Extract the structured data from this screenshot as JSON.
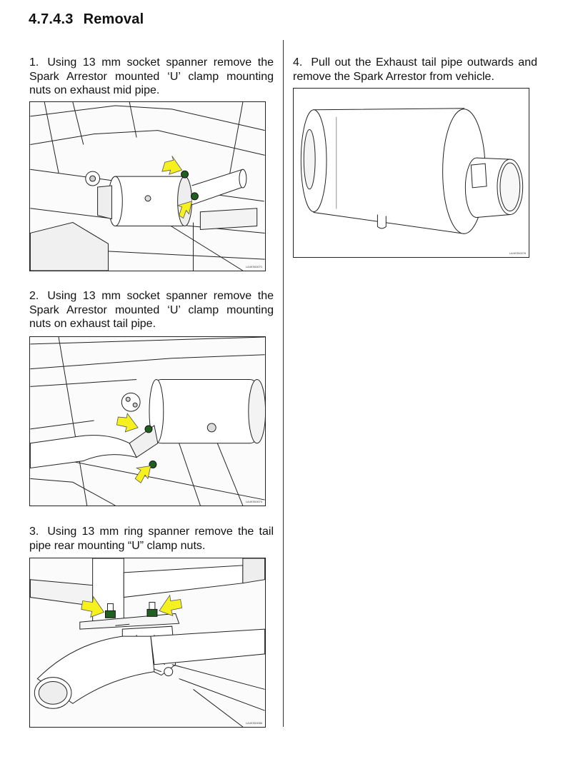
{
  "section": {
    "number": "4.7.4.3",
    "title": "Removal"
  },
  "steps": [
    {
      "num": "1.",
      "text": "Using 13 mm socket spanner remove the Spark Arrestor mounted ‘U’ clamp mounting nuts on exhaust mid pipe.",
      "figure_code": "LA4KS00071"
    },
    {
      "num": "2.",
      "text": "Using 13 mm socket spanner remove the Spark Arrestor mounted ‘U’ clamp mounting nuts on exhaust tail pipe.",
      "figure_code": "LA4KS00074"
    },
    {
      "num": "3.",
      "text": "Using 13 mm ring spanner remove the tail pipe rear mounting “U” clamp nuts.",
      "figure_code": "LA4KS00066"
    },
    {
      "num": "4.",
      "text": "Pull out the Exhaust tail pipe outwards and remove the Spark Arrestor from vehicle.",
      "figure_code": "LA4KS00076"
    }
  ],
  "colors": {
    "arrow": "#f5f01e",
    "nut": "#1f5f1f"
  }
}
